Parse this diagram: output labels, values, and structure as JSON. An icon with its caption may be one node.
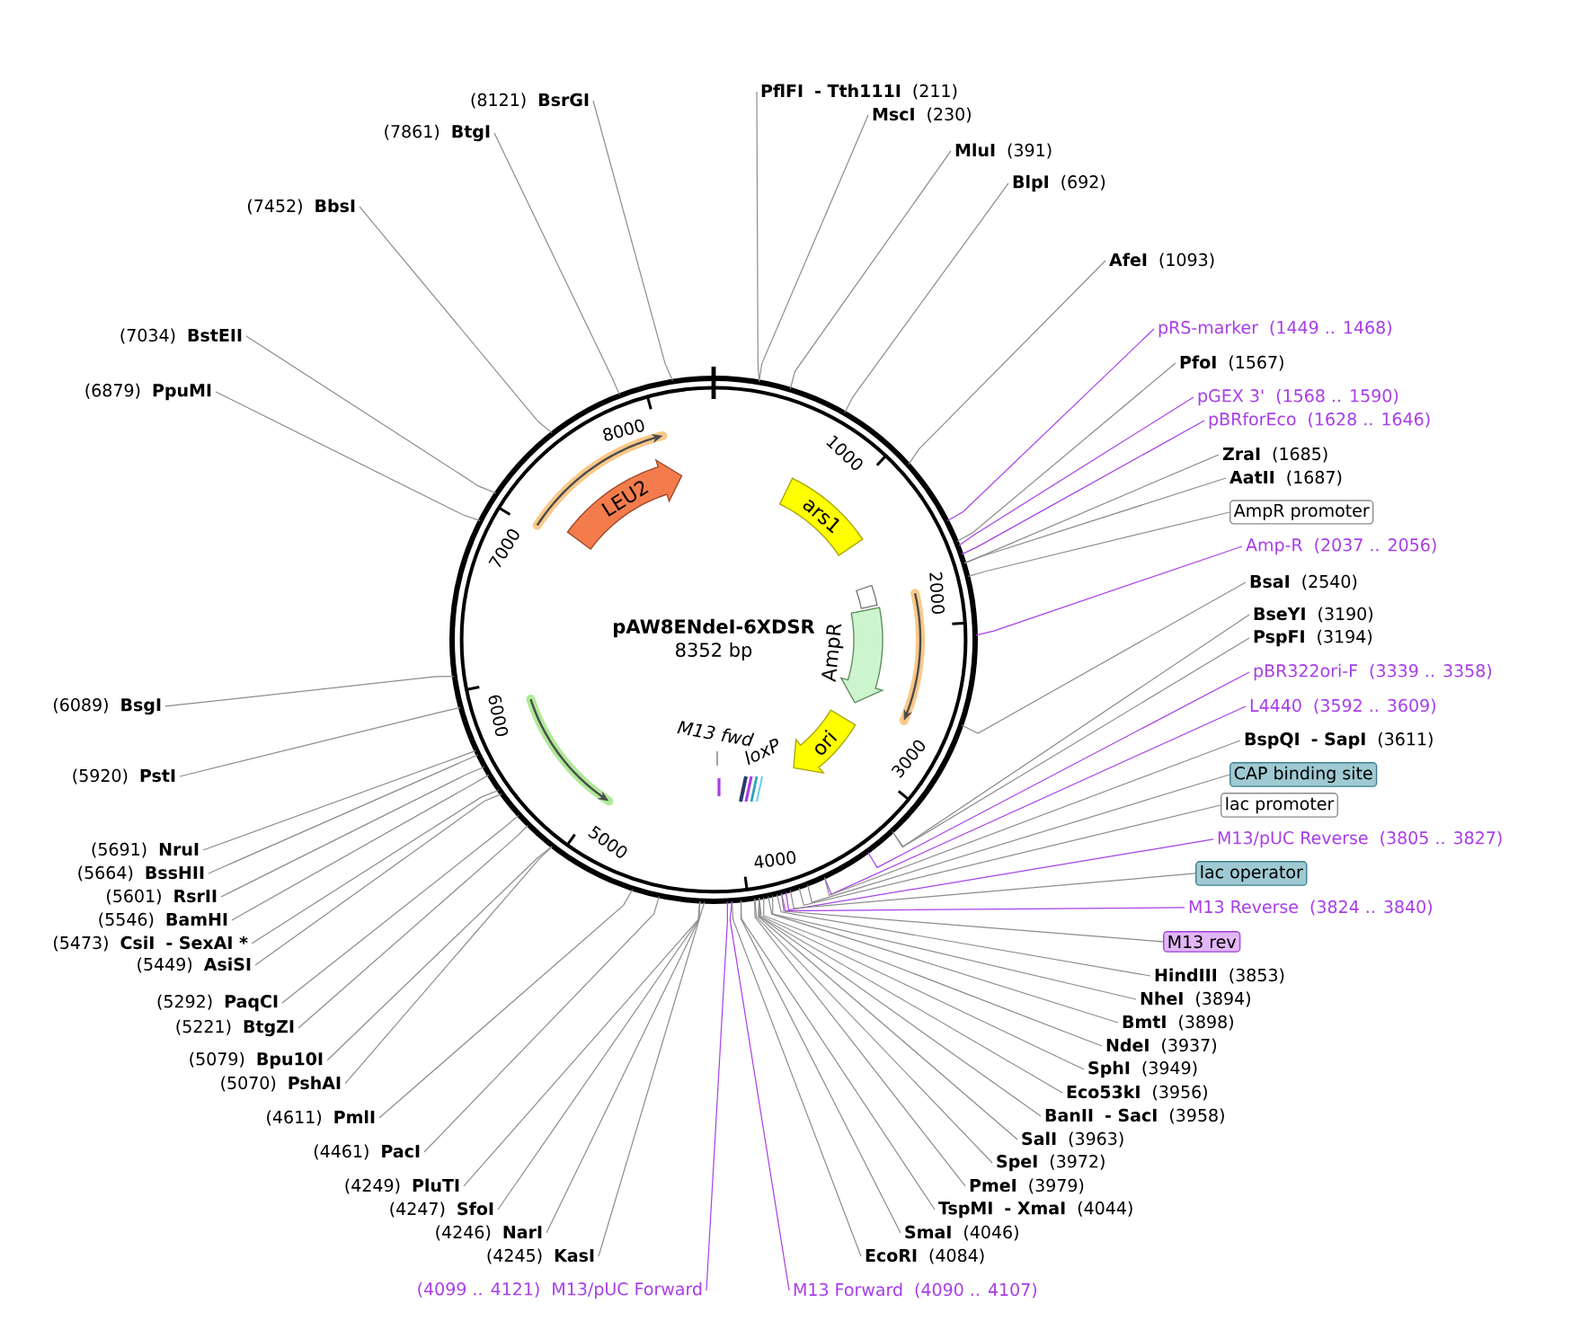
{
  "diagram": {
    "nodes": [
      {
        "text": [
          "pAW8ENdeI-6XDSR",
          "8352 bp"
        ]
      },
      {
        "text": [
          "LEU2"
        ],
        "in": 0
      },
      {
        "text": [
          "ars1"
        ],
        "in": 0
      },
      {
        "text": [
          "AmpR"
        ],
        "in": 0
      },
      {
        "text": [
          "ori"
        ],
        "in": 0
      },
      {
        "text": [
          "(8121)",
          "BsrGI"
        ]
      },
      {
        "text": [
          "(7861)",
          "BtgI"
        ]
      },
      {
        "text": [
          "(7452)",
          "BbsI"
        ]
      },
      {
        "text": [
          "(7034)",
          "BstEII"
        ]
      },
      {
        "text": [
          "(6879)",
          "PpuMI"
        ]
      },
      {
        "text": [
          "PflFI",
          "- Tth111I",
          "(211)"
        ]
      },
      {
        "text": [
          "MscI",
          "(230)"
        ]
      },
      {
        "text": [
          "MluI",
          "(391)"
        ]
      },
      {
        "text": [
          "BlpI",
          "(692)"
        ]
      },
      {
        "text": [
          "AfeI",
          "(1093)"
        ]
      },
      {
        "text": [
          "pRS-marker",
          "(1449 .. 1468)"
        ]
      },
      {
        "text": [
          "PfoI",
          "(1567)"
        ]
      },
      {
        "text": [
          "pGEX 3'",
          "(1568 .. 1590)"
        ]
      },
      {
        "text": [
          "pBRforEco",
          "(1628 .. 1646)"
        ]
      },
      {
        "text": [
          "ZraI",
          "(1685)"
        ]
      },
      {
        "text": [
          "AatII",
          "(1687)"
        ]
      },
      {
        "text": [
          "AmpR promoter"
        ]
      },
      {
        "text": [
          "Amp-R",
          "(2037 .. 2056)"
        ]
      },
      {
        "text": [
          "BsaI",
          "(2540)"
        ]
      },
      {
        "text": [
          "BseYI",
          "(3190)"
        ]
      },
      {
        "text": [
          "PspFI",
          "(3194)"
        ]
      },
      {
        "text": [
          "pBR322ori-F",
          "(3339 .. 3358)"
        ]
      },
      {
        "text": [
          "L4440",
          "(3592 .. 3609)"
        ]
      },
      {
        "text": [
          "BspQI",
          "- SapI",
          "(3611)"
        ]
      },
      {
        "text": [
          "CAP binding site"
        ]
      },
      {
        "text": [
          "lac promoter"
        ]
      },
      {
        "text": [
          "M13/pUC Reverse",
          "(3805 .. 3827)"
        ]
      },
      {
        "text": [
          "lac operator"
        ]
      },
      {
        "text": [
          "M13 Reverse",
          "(3824 .. 3840)"
        ]
      },
      {
        "text": [
          "M13 rev"
        ]
      },
      {
        "text": [
          "HindIII",
          "(3853)"
        ]
      },
      {
        "text": [
          "NheI",
          "(3894)"
        ]
      },
      {
        "text": [
          "BmtI",
          "(3898)"
        ]
      },
      {
        "text": [
          "NdeI",
          "(3937)"
        ]
      },
      {
        "text": [
          "SphI",
          "(3949)"
        ]
      },
      {
        "text": [
          "Eco53kI",
          "(3956)"
        ]
      },
      {
        "text": [
          "BanII",
          "- SacI",
          "(3958)"
        ]
      },
      {
        "text": [
          "SalI",
          "(3963)"
        ]
      },
      {
        "text": [
          "SpeI",
          "(3972)"
        ]
      },
      {
        "text": [
          "PmeI",
          "(3979)"
        ]
      },
      {
        "text": [
          "TspMI",
          "- XmaI",
          "(4044)"
        ]
      },
      {
        "text": [
          "SmaI",
          "(4046)"
        ]
      },
      {
        "text": [
          "EcoRI",
          "(4084)"
        ]
      },
      {
        "text": [
          "M13 Forward",
          "(4090 .. 4107)"
        ]
      },
      {
        "text": [
          "(4099 .. 4121)",
          "M13/pUC Forward"
        ]
      },
      {
        "text": [
          "(4245)",
          "KasI"
        ]
      },
      {
        "text": [
          "(4246)",
          "NarI"
        ]
      },
      {
        "text": [
          "(4247)",
          "SfoI"
        ]
      },
      {
        "text": [
          "(4249)",
          "PluTI"
        ]
      },
      {
        "text": [
          "(4461)",
          "PacI"
        ]
      },
      {
        "text": [
          "(4611)",
          "PmlI"
        ]
      },
      {
        "text": [
          "(5070)",
          "PshAI"
        ]
      },
      {
        "text": [
          "(5079)",
          "Bpu10I"
        ]
      },
      {
        "text": [
          "(5221)",
          "BtgZI"
        ]
      },
      {
        "text": [
          "(5292)",
          "PaqCI"
        ]
      },
      {
        "text": [
          "(5449)",
          "AsiSI"
        ]
      },
      {
        "text": [
          "(5473)",
          "CsiI",
          "- SexAI *"
        ]
      },
      {
        "text": [
          "(5546)",
          "BamHI"
        ]
      },
      {
        "text": [
          "(5601)",
          "RsrII"
        ]
      },
      {
        "text": [
          "(5664)",
          "BssHII"
        ]
      },
      {
        "text": [
          "(5691)",
          "NruI"
        ]
      },
      {
        "text": [
          "(5920)",
          "PstI"
        ]
      },
      {
        "text": [
          "(6089)",
          "BsgI"
        ]
      }
    ],
    "edges": [
      {
        "from": 5,
        "to": 0,
        "arrow": "none"
      },
      {
        "from": 6,
        "to": 0,
        "arrow": "none"
      },
      {
        "from": 7,
        "to": 0,
        "arrow": "none"
      },
      {
        "from": 8,
        "to": 0,
        "arrow": "none"
      },
      {
        "from": 9,
        "to": 0,
        "arrow": "none"
      },
      {
        "from": 10,
        "to": 0,
        "arrow": "none"
      },
      {
        "from": 11,
        "to": 0,
        "arrow": "none"
      },
      {
        "from": 12,
        "to": 0,
        "arrow": "none"
      },
      {
        "from": 13,
        "to": 0,
        "arrow": "none"
      },
      {
        "from": 14,
        "to": 0,
        "arrow": "none"
      },
      {
        "from": 15,
        "to": 0,
        "arrow": "none",
        "color": "#a83ee8"
      },
      {
        "from": 16,
        "to": 0,
        "arrow": "none"
      },
      {
        "from": 17,
        "to": 0,
        "arrow": "none",
        "color": "#a83ee8"
      },
      {
        "from": 18,
        "to": 0,
        "arrow": "none",
        "color": "#a83ee8"
      },
      {
        "from": 19,
        "to": 0,
        "arrow": "none"
      },
      {
        "from": 20,
        "to": 0,
        "arrow": "none"
      },
      {
        "from": 21,
        "to": 0,
        "arrow": "none"
      },
      {
        "from": 22,
        "to": 0,
        "arrow": "none",
        "color": "#a83ee8"
      },
      {
        "from": 23,
        "to": 0,
        "arrow": "none"
      },
      {
        "from": 24,
        "to": 0,
        "arrow": "none"
      },
      {
        "from": 25,
        "to": 0,
        "arrow": "none"
      },
      {
        "from": 26,
        "to": 0,
        "arrow": "none",
        "color": "#a83ee8"
      },
      {
        "from": 27,
        "to": 0,
        "arrow": "none",
        "color": "#a83ee8"
      },
      {
        "from": 28,
        "to": 0,
        "arrow": "none"
      },
      {
        "from": 29,
        "to": 0,
        "arrow": "none"
      },
      {
        "from": 30,
        "to": 0,
        "arrow": "none"
      },
      {
        "from": 31,
        "to": 0,
        "arrow": "none",
        "color": "#a83ee8"
      },
      {
        "from": 32,
        "to": 0,
        "arrow": "none"
      },
      {
        "from": 33,
        "to": 0,
        "arrow": "none",
        "color": "#a83ee8"
      },
      {
        "from": 34,
        "to": 0,
        "arrow": "none"
      },
      {
        "from": 35,
        "to": 0,
        "arrow": "none"
      },
      {
        "from": 36,
        "to": 0,
        "arrow": "none"
      },
      {
        "from": 37,
        "to": 0,
        "arrow": "none"
      },
      {
        "from": 38,
        "to": 0,
        "arrow": "none"
      },
      {
        "from": 39,
        "to": 0,
        "arrow": "none"
      },
      {
        "from": 40,
        "to": 0,
        "arrow": "none"
      },
      {
        "from": 41,
        "to": 0,
        "arrow": "none"
      },
      {
        "from": 42,
        "to": 0,
        "arrow": "none"
      },
      {
        "from": 43,
        "to": 0,
        "arrow": "none"
      },
      {
        "from": 44,
        "to": 0,
        "arrow": "none"
      },
      {
        "from": 45,
        "to": 0,
        "arrow": "none"
      },
      {
        "from": 46,
        "to": 0,
        "arrow": "none"
      },
      {
        "from": 47,
        "to": 0,
        "arrow": "none"
      },
      {
        "from": 48,
        "to": 0,
        "arrow": "none",
        "color": "#a83ee8"
      },
      {
        "from": 49,
        "to": 0,
        "arrow": "none",
        "color": "#a83ee8"
      },
      {
        "from": 50,
        "to": 0,
        "arrow": "none"
      },
      {
        "from": 51,
        "to": 0,
        "arrow": "none"
      },
      {
        "from": 52,
        "to": 0,
        "arrow": "none"
      },
      {
        "from": 53,
        "to": 0,
        "arrow": "none"
      },
      {
        "from": 54,
        "to": 0,
        "arrow": "none"
      },
      {
        "from": 55,
        "to": 0,
        "arrow": "none"
      },
      {
        "from": 56,
        "to": 0,
        "arrow": "none"
      },
      {
        "from": 57,
        "to": 0,
        "arrow": "none"
      },
      {
        "from": 58,
        "to": 0,
        "arrow": "none"
      },
      {
        "from": 59,
        "to": 0,
        "arrow": "none"
      },
      {
        "from": 60,
        "to": 0,
        "arrow": "none"
      },
      {
        "from": 61,
        "to": 0,
        "arrow": "none"
      },
      {
        "from": 62,
        "to": 0,
        "arrow": "none"
      },
      {
        "from": 63,
        "to": 0,
        "arrow": "none"
      },
      {
        "from": 64,
        "to": 0,
        "arrow": "none"
      },
      {
        "from": 65,
        "to": 0,
        "arrow": "none"
      },
      {
        "from": 66,
        "to": 0,
        "arrow": "none"
      },
      {
        "from": 67,
        "to": 0,
        "arrow": "none"
      }
    ],
    "labels": [
      "1000",
      "2000",
      "3000",
      "4000",
      "5000",
      "6000",
      "7000",
      "8000",
      "M13 fwd",
      "loxP"
    ]
  }
}
